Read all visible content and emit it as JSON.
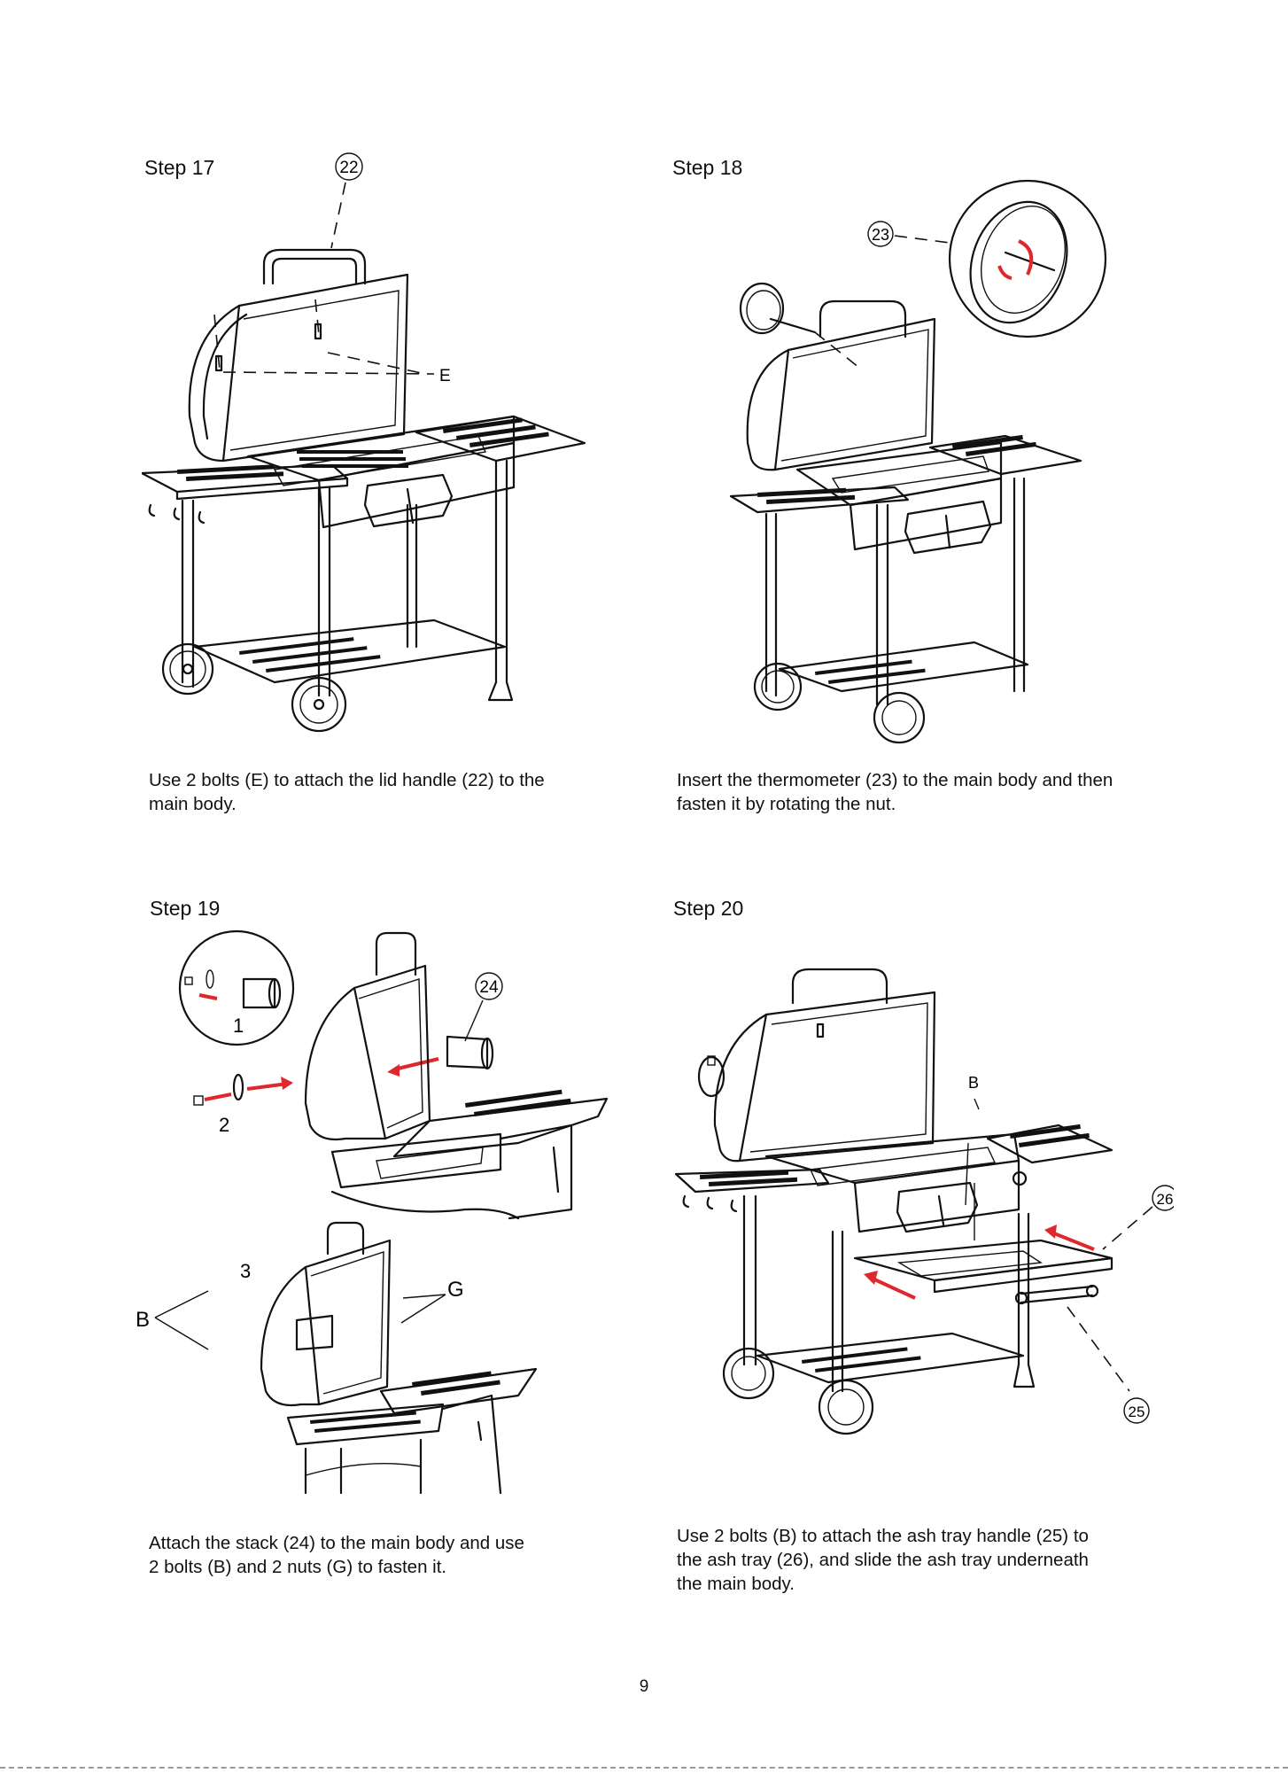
{
  "page": {
    "number": "9"
  },
  "steps": [
    {
      "title": "Step 17",
      "callouts": {
        "handle": "22",
        "bolt": "E"
      },
      "caption_lines": [
        "Use 2 bolts (E) to attach the lid handle (22) to the",
        "main body."
      ]
    },
    {
      "title": "Step 18",
      "callouts": {
        "thermometer": "23"
      },
      "caption_lines": [
        "Insert the thermometer (23) to the main body and then",
        "fasten it by rotating the nut."
      ]
    },
    {
      "title": "Step 19",
      "callouts": {
        "stack": "24",
        "sub1": "1",
        "sub2": "2",
        "sub3": "3",
        "bolt": "B",
        "nut": "G"
      },
      "caption_lines": [
        "Attach the stack (24) to the main body and use",
        "2 bolts (B) and 2 nuts (G) to fasten it."
      ]
    },
    {
      "title": "Step 20",
      "callouts": {
        "bolt": "B",
        "tray": "26",
        "handle": "25"
      },
      "caption_lines": [
        "Use 2 bolts (B) to attach the ash tray handle (25) to",
        "the ash tray (26), and slide the ash tray underneath",
        "the main body."
      ]
    }
  ]
}
